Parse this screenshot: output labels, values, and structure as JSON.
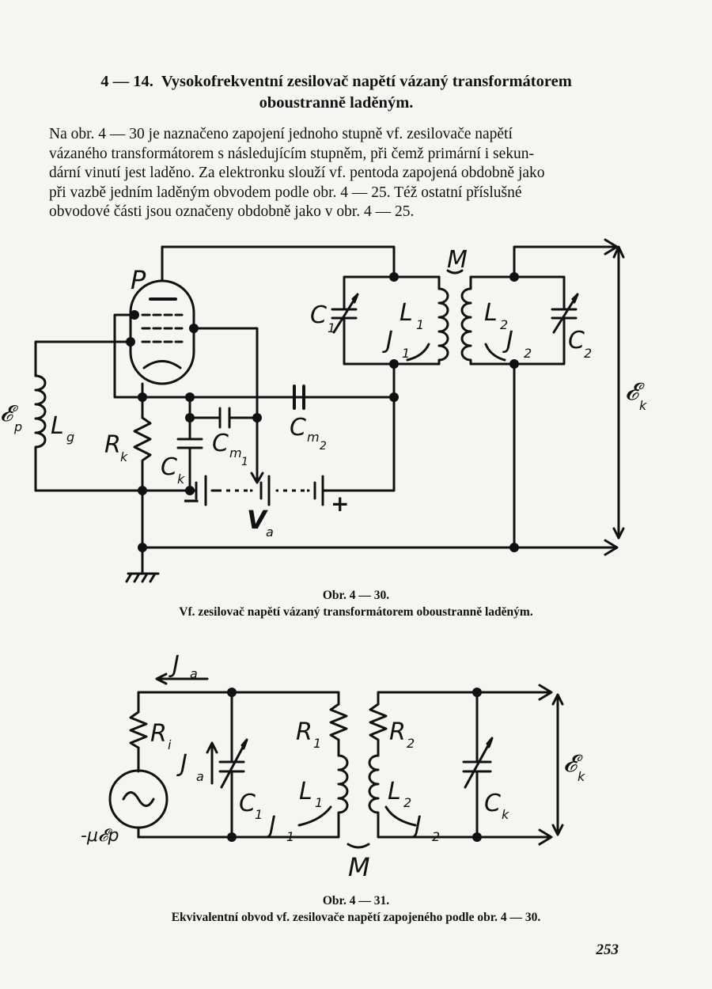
{
  "section": {
    "number": "4 — 14.",
    "title_line1": "Vysokofrekventní zesilovač napětí vázaný transformátorem",
    "title_line2": "oboustranně laděným."
  },
  "paragraph": [
    "Na obr. 4 — 30 je naznačeno zapojení jednoho stupně vf. zesilovače napětí",
    "vázaného transformátorem s následujícím stupněm, při čemž primární i sekun-",
    "dární vinutí jest laděno. Za elektronku slouží vf. pentoda zapojená obdobně jako",
    "při vazbě jedním laděným obvodem podle obr. 4 — 25. Též ostatní příslušné",
    "obvodové části jsou označeny obdobně jako v obr. 4 — 25."
  ],
  "figure1": {
    "labels": {
      "P": "P",
      "M": "M",
      "C1": "C",
      "C1_sub": "1",
      "L1": "L",
      "L1_sub": "1",
      "J1": "J",
      "J1_sub": "1",
      "L2": "L",
      "L2_sub": "2",
      "J2": "J",
      "J2_sub": "2",
      "C2": "C",
      "C2_sub": "2",
      "Ek": "𝓔",
      "Ek_sub": "k",
      "Ep": "𝓔",
      "Ep_sub": "p",
      "Lg": "L",
      "Lg_sub": "g",
      "Rk": "R",
      "Rk_sub": "k",
      "Ck": "C",
      "Ck_sub": "k",
      "Cm1": "C",
      "Cm1_sub": "m",
      "Cm1_sub2": "1",
      "Cm2": "C",
      "Cm2_sub": "m",
      "Cm2_sub2": "2",
      "Va": "V",
      "Va_sub": "a",
      "minus": "−",
      "plus": "+"
    },
    "caption_number": "Obr. 4 — 30.",
    "caption_text": "Vf. zesilovač napětí vázaný transformátorem oboustranně laděným."
  },
  "figure2": {
    "labels": {
      "Ja_top": "J",
      "Ja_top_sub": "a",
      "Ri": "R",
      "Ri_sub": "i",
      "Ja": "J",
      "Ja_sub": "a",
      "C1": "C",
      "C1_sub": "1",
      "R1": "R",
      "R1_sub": "1",
      "L1": "L",
      "L1_sub": "1",
      "J1": "J",
      "J1_sub": "1",
      "R2": "R",
      "R2_sub": "2",
      "L2": "L",
      "L2_sub": "2",
      "J2": "J",
      "J2_sub": "2",
      "Ck": "C",
      "Ck_sub": "k",
      "Ek": "𝓔",
      "Ek_sub": "k",
      "M": "M",
      "source": "-μ𝓔p"
    },
    "caption_number": "Obr. 4 — 31.",
    "caption_text": "Ekvivalentní obvod vf. zesilovače napětí zapojeného podle obr. 4 — 30."
  },
  "page_number": "253"
}
